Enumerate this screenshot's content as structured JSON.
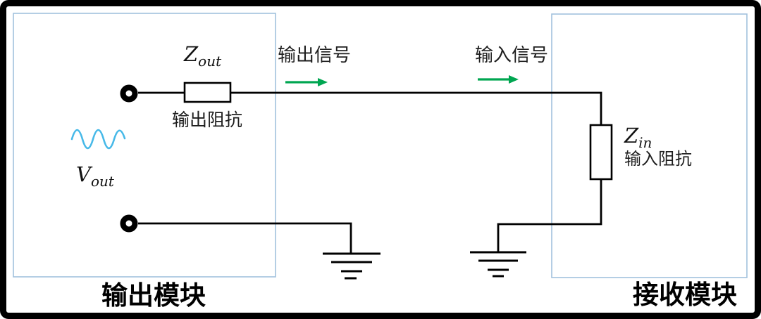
{
  "diagram": {
    "output_module": {
      "title": "输出模块",
      "source_label": {
        "base": "V",
        "sub": "out"
      },
      "impedance_symbol": {
        "base": "Z",
        "sub": "out"
      },
      "impedance_label": "输出阻抗"
    },
    "receiver_module": {
      "title": "接收模块",
      "impedance_symbol": {
        "base": "Z",
        "sub": "in"
      },
      "impedance_label": "输入阻抗"
    },
    "signals": {
      "output": "输出信号",
      "input": "输入信号"
    }
  },
  "colors": {
    "frame": "#000000",
    "box_border": "#a2c1dd",
    "wire": "#000000",
    "arrow_green": "#00a651",
    "sine_blue": "#47b9e8"
  }
}
